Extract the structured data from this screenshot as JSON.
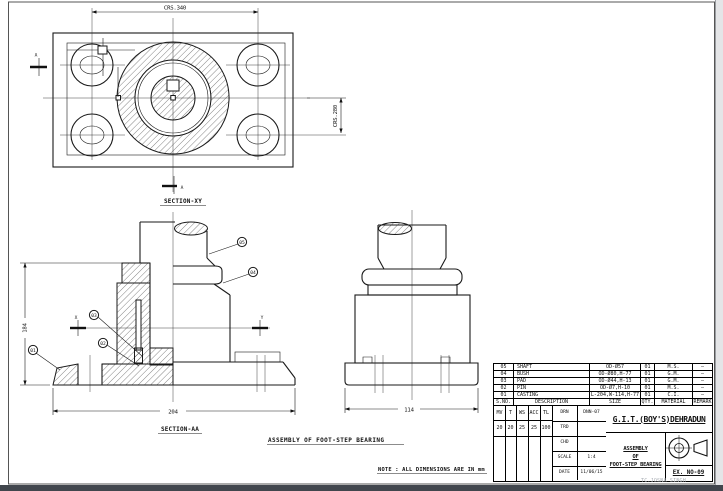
{
  "plan": {
    "label": "SECTION-XY",
    "dim_top": "CRS.340",
    "dim_right": "CRS.280",
    "cut_arrow": "A"
  },
  "section": {
    "label": "SECTION-AA",
    "dim_width": "204",
    "dim_height": "184",
    "marker_x": "X",
    "marker_y": "Y",
    "balloons": [
      {
        "label": "05"
      },
      {
        "label": "04"
      },
      {
        "label": "03"
      },
      {
        "label": "02"
      },
      {
        "label": "01"
      }
    ]
  },
  "elevation": {
    "dim_width": "114"
  },
  "caption": "ASSEMBLY OF FOOT-STEP BEARING",
  "note": "NOTE : ALL DIMENSIONS ARE IN mm",
  "parts_table": {
    "headers": {
      "sno": "S.NO.",
      "description": "DESCRIPTION",
      "size": "SIZE",
      "qty": "QTY.",
      "material": "MATERIAL",
      "remark": "REMARK"
    },
    "rows": [
      {
        "sno": "05",
        "description": "SHAFT",
        "size": "OD-Ø57",
        "qty": "01",
        "material": "M.S.",
        "remark": "—"
      },
      {
        "sno": "04",
        "description": "BUSH",
        "size": "OD-Ø80,H-77",
        "qty": "01",
        "material": "G.M.",
        "remark": "—"
      },
      {
        "sno": "03",
        "description": "PAD",
        "size": "OD-Ø44,H-13",
        "qty": "01",
        "material": "G.M.",
        "remark": "—"
      },
      {
        "sno": "02",
        "description": "PIN",
        "size": "OD-Ø7,H-10",
        "qty": "01",
        "material": "M.S.",
        "remark": "—"
      },
      {
        "sno": "01",
        "description": "CASTING",
        "size": "L-204,W-114,H-77",
        "qty": "01",
        "material": "C.I.",
        "remark": "—"
      }
    ]
  },
  "title_block": {
    "institute": "G.I.T.(BOY'S)DEHRADUN",
    "drawing_title_line1": "ASSEMBLY",
    "drawing_title_line2": "OF",
    "drawing_title_line3": "FOOT-STEP BEARING",
    "exercise_no": "EX. NO-09",
    "grade_headers": [
      "MV",
      "T",
      "WS",
      "ACC",
      "TL"
    ],
    "grade_values": [
      "20",
      "20",
      "25",
      "25",
      "100"
    ],
    "drn_label": "DRN",
    "drn_value": "DNN-07",
    "trd_label": "TRD",
    "trd_value": "",
    "chd_label": "CHD",
    "chd_value": "",
    "scale_label": "SCALE",
    "scale_value": "1:4",
    "date_label": "DATE",
    "date_value": "11/06/15",
    "watermark": "TC.JOSNA SINGH"
  }
}
